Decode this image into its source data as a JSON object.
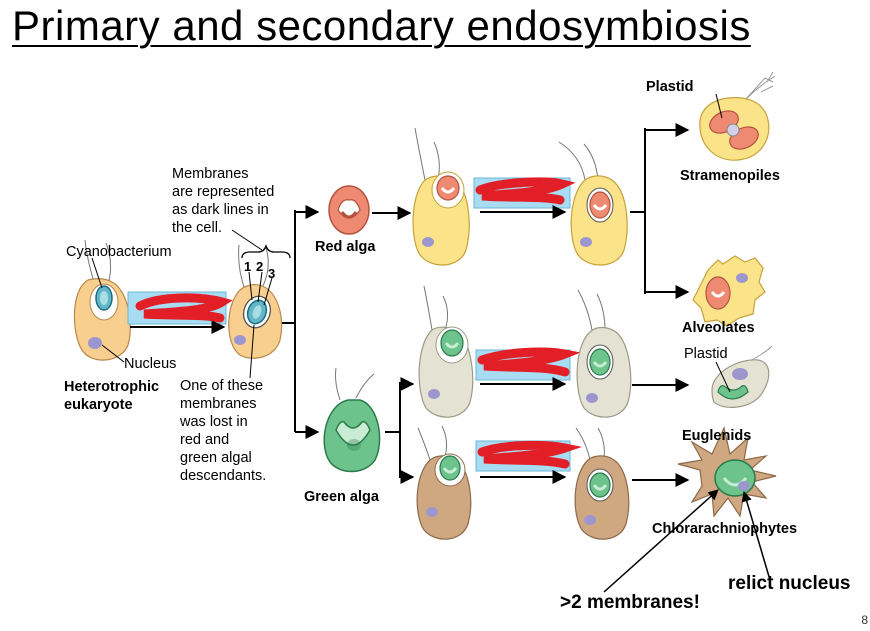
{
  "title": "Primary and secondary endosymbiosis",
  "labels": {
    "membranes_note": [
      "Membranes",
      "are represented",
      "as dark lines in",
      "the cell."
    ],
    "cyanobacterium": "Cyanobacterium",
    "nucleus": "Nucleus",
    "heterotrophic": [
      "Heterotrophic",
      "eukaryote"
    ],
    "lost_note": [
      "One of these",
      "membranes",
      "was lost in",
      "red and",
      "green algal",
      "descendants."
    ],
    "membrane_numbers": [
      "1",
      "2",
      "3"
    ],
    "red_alga": "Red alga",
    "green_alga": "Green alga",
    "plastid_top": "Plastid",
    "stramenopiles": "Stramenopiles",
    "alveolates": "Alveolates",
    "plastid_euglenid": "Plastid",
    "euglenids": "Euglenids",
    "chlorarachniophytes": "Chlorarachniophytes",
    "membranes_annotation": ">2 membranes!",
    "relict_nucleus": "relict nucleus",
    "page_number": "8"
  },
  "colors": {
    "yellow_cell": "#fbe38a",
    "orange_cell": "#f8cf8e",
    "red_alga": "#ee8a72",
    "green_alga": "#6cc48c",
    "grey_cell": "#e4e2d2",
    "brown_cell": "#cfa781",
    "nucleus": "#9c96cf",
    "scribble": "#e21f26",
    "blue_box": "#a8dcf2"
  }
}
